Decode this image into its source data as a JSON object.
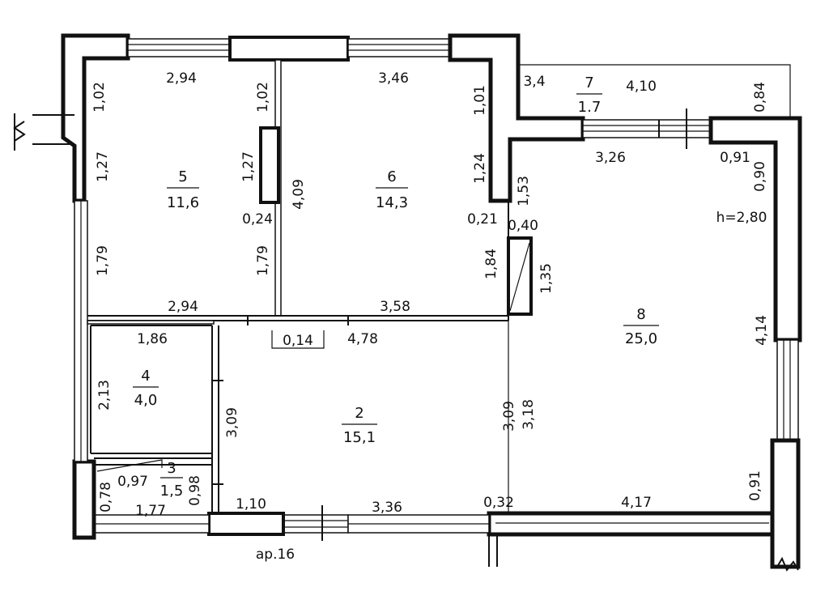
{
  "plan": {
    "rooms": [
      {
        "id": "5",
        "number": "5",
        "area": "11,6"
      },
      {
        "id": "6",
        "number": "6",
        "area": "14,3"
      },
      {
        "id": "7",
        "number": "7",
        "area": "1.7"
      },
      {
        "id": "8",
        "number": "8",
        "area": "25,0"
      },
      {
        "id": "4",
        "number": "4",
        "area": "4,0"
      },
      {
        "id": "3",
        "number": "3",
        "area": "1,5"
      },
      {
        "id": "2",
        "number": "2",
        "area": "15,1"
      }
    ],
    "dimensions": {
      "r5_top": "2,94",
      "r5_left_upper": "1,02",
      "r5_left_mid": "1,27",
      "r5_left_lower": "1,79",
      "r5_bottom": "2,94",
      "r5_right_upper": "1,02",
      "r5_right_mid": "1,27",
      "r5_right_lower": "1,79",
      "partition_56": "0,24",
      "r6_left": "4,09",
      "r6_top": "3,46",
      "r6_right_upper": "1,01",
      "r6_right_mid": "1,24",
      "r6_right_lower": "1,84",
      "r6_bottom": "3,58",
      "wall_68": "0,21",
      "r7_left": "3,4",
      "r7_right": "4,10",
      "r7_side": "0,84",
      "r8_top": "3,26",
      "r8_corner_w": "0,91",
      "r8_corner_h": "0,90",
      "r8_left_upper": "1,53",
      "niche_w": "0,40",
      "niche_h": "1,35",
      "h_label": "h=2,80",
      "r8_right": "4,14",
      "r8_left_lower": "3,18",
      "r8_bottom": "4,17",
      "r8_right_lower": "0,91",
      "r4_top": "1,86",
      "r4_left": "2,13",
      "r2_left": "3,09",
      "r2_right": "3,09",
      "r2_step": "0,14",
      "r2_top": "4,78",
      "r3_top": "0,97",
      "r3_right": "0,98",
      "r3_left": "0,78",
      "r3_bottom": "1,77",
      "r2_bottom_left": "1,10",
      "r2_bottom_right": "3,36",
      "pier_bottom": "0,32"
    },
    "note": "ар.16"
  }
}
